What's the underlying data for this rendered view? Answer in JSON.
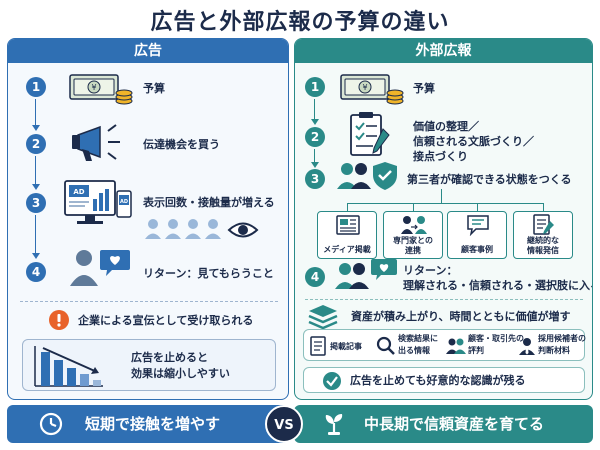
{
  "title": "広告と外部広報の予算の違い",
  "left": {
    "header": "広告",
    "steps": [
      {
        "num": "1",
        "text": "予算"
      },
      {
        "num": "2",
        "text": "伝達機会を買う"
      },
      {
        "num": "3",
        "text": "表示回数・接触量が増える"
      },
      {
        "num": "4",
        "text": "リターン：見てもらうこと"
      }
    ],
    "ad_badge_1": "AD",
    "ad_badge_2": "AD",
    "warning_text": "企業による宣伝として受け取られる",
    "result_text_1": "広告を止めると",
    "result_text_2": "効果は縮小しやすい",
    "bottom": "短期で接触を増やす"
  },
  "right": {
    "header": "外部広報",
    "steps": [
      {
        "num": "1",
        "text": "予算"
      },
      {
        "num": "2",
        "text_1": "価値の整理／",
        "text_2": "信頼される文脈づくり／",
        "text_3": "接点づくり"
      },
      {
        "num": "3",
        "text": "第三者が確認できる状態をつくる"
      },
      {
        "num": "4",
        "text_1": "リターン：",
        "text_2": "理解される・信頼される・選択肢に入る"
      }
    ],
    "cards": [
      {
        "label_1": "メディア掲載",
        "label_2": ""
      },
      {
        "label_1": "専門家との",
        "label_2": "連携"
      },
      {
        "label_1": "顧客事例",
        "label_2": ""
      },
      {
        "label_1": "継続的な",
        "label_2": "情報発信"
      }
    ],
    "accumulate_text": "資産が積み上がり、時間とともに価値が増す",
    "assets": [
      {
        "label_1": "掲載記事",
        "label_2": ""
      },
      {
        "label_1": "検索結果に",
        "label_2": "出る情報"
      },
      {
        "label_1": "顧客・取引先の",
        "label_2": "評判"
      },
      {
        "label_1": "採用候補者の",
        "label_2": "判断材料"
      }
    ],
    "final_text": "広告を止めても好意的な認識が残る",
    "bottom": "中長期で信頼資産を育てる"
  },
  "vs": "VS",
  "colors": {
    "ad_blue": "#2f6fb3",
    "pr_teal": "#2a8a88",
    "navy": "#1c2b4a",
    "warning_orange": "#e8622a"
  }
}
